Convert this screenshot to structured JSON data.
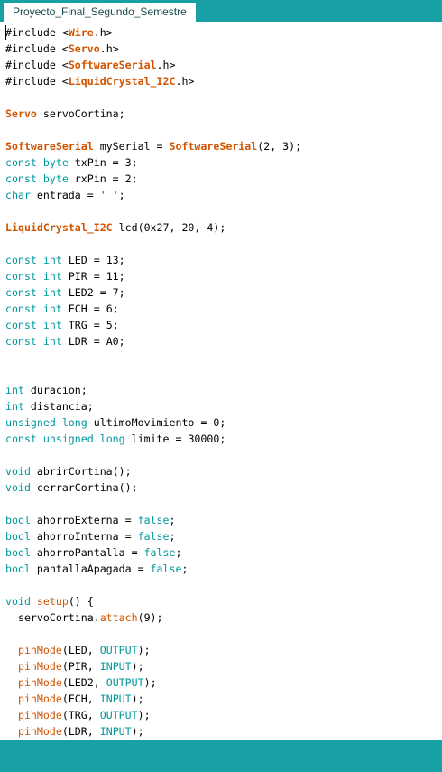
{
  "tab": {
    "label": "Proyecto_Final_Segundo_Semestre"
  },
  "colors": {
    "accent": "#17a1a5",
    "keyword": "#00979c",
    "class": "#d35400",
    "function": "#d35400"
  },
  "code_lines": [
    {
      "t": [
        [
          "pp",
          "#include <"
        ],
        [
          "cls",
          "Wire"
        ],
        [
          "pp",
          ".h>"
        ]
      ]
    },
    {
      "t": [
        [
          "pp",
          "#include <"
        ],
        [
          "cls",
          "Servo"
        ],
        [
          "pp",
          ".h>"
        ]
      ]
    },
    {
      "t": [
        [
          "pp",
          "#include <"
        ],
        [
          "cls",
          "SoftwareSerial"
        ],
        [
          "pp",
          ".h>"
        ]
      ]
    },
    {
      "t": [
        [
          "pp",
          "#include <"
        ],
        [
          "cls",
          "LiquidCrystal_I2C"
        ],
        [
          "pp",
          ".h>"
        ]
      ]
    },
    {
      "t": []
    },
    {
      "t": [
        [
          "cls",
          "Servo"
        ],
        [
          "pl",
          " servoCortina;"
        ]
      ]
    },
    {
      "t": []
    },
    {
      "t": [
        [
          "cls",
          "SoftwareSerial"
        ],
        [
          "pl",
          " mySerial = "
        ],
        [
          "cls",
          "SoftwareSerial"
        ],
        [
          "pl",
          "(2, 3);"
        ]
      ]
    },
    {
      "t": [
        [
          "kw",
          "const"
        ],
        [
          "pl",
          " "
        ],
        [
          "ty",
          "byte"
        ],
        [
          "pl",
          " txPin = 3;"
        ]
      ]
    },
    {
      "t": [
        [
          "kw",
          "const"
        ],
        [
          "pl",
          " "
        ],
        [
          "ty",
          "byte"
        ],
        [
          "pl",
          " rxPin = 2;"
        ]
      ]
    },
    {
      "t": [
        [
          "ty",
          "char"
        ],
        [
          "pl",
          " entrada = "
        ],
        [
          "str",
          "' '"
        ],
        [
          "pl",
          ";"
        ]
      ]
    },
    {
      "t": []
    },
    {
      "t": [
        [
          "cls",
          "LiquidCrystal_I2C"
        ],
        [
          "pl",
          " lcd(0x27, 20, 4);"
        ]
      ]
    },
    {
      "t": []
    },
    {
      "t": [
        [
          "kw",
          "const"
        ],
        [
          "pl",
          " "
        ],
        [
          "ty",
          "int"
        ],
        [
          "pl",
          " LED = 13;"
        ]
      ]
    },
    {
      "t": [
        [
          "kw",
          "const"
        ],
        [
          "pl",
          " "
        ],
        [
          "ty",
          "int"
        ],
        [
          "pl",
          " PIR = 11;"
        ]
      ]
    },
    {
      "t": [
        [
          "kw",
          "const"
        ],
        [
          "pl",
          " "
        ],
        [
          "ty",
          "int"
        ],
        [
          "pl",
          " LED2 = 7;"
        ]
      ]
    },
    {
      "t": [
        [
          "kw",
          "const"
        ],
        [
          "pl",
          " "
        ],
        [
          "ty",
          "int"
        ],
        [
          "pl",
          " ECH = 6;"
        ]
      ]
    },
    {
      "t": [
        [
          "kw",
          "const"
        ],
        [
          "pl",
          " "
        ],
        [
          "ty",
          "int"
        ],
        [
          "pl",
          " TRG = 5;"
        ]
      ]
    },
    {
      "t": [
        [
          "kw",
          "const"
        ],
        [
          "pl",
          " "
        ],
        [
          "ty",
          "int"
        ],
        [
          "pl",
          " LDR = A0;"
        ]
      ]
    },
    {
      "t": []
    },
    {
      "t": []
    },
    {
      "t": [
        [
          "ty",
          "int"
        ],
        [
          "pl",
          " duracion;"
        ]
      ]
    },
    {
      "t": [
        [
          "ty",
          "int"
        ],
        [
          "pl",
          " distancia;"
        ]
      ]
    },
    {
      "t": [
        [
          "ty",
          "unsigned"
        ],
        [
          "pl",
          " "
        ],
        [
          "ty",
          "long"
        ],
        [
          "pl",
          " ultimoMovimiento = 0;"
        ]
      ]
    },
    {
      "t": [
        [
          "kw",
          "const"
        ],
        [
          "pl",
          " "
        ],
        [
          "ty",
          "unsigned"
        ],
        [
          "pl",
          " "
        ],
        [
          "ty",
          "long"
        ],
        [
          "pl",
          " limite = 30000;"
        ]
      ]
    },
    {
      "t": []
    },
    {
      "t": [
        [
          "ty",
          "void"
        ],
        [
          "pl",
          " abrirCortina();"
        ]
      ]
    },
    {
      "t": [
        [
          "ty",
          "void"
        ],
        [
          "pl",
          " cerrarCortina();"
        ]
      ]
    },
    {
      "t": []
    },
    {
      "t": [
        [
          "ty",
          "bool"
        ],
        [
          "pl",
          " ahorroExterna = "
        ],
        [
          "cst",
          "false"
        ],
        [
          "pl",
          ";"
        ]
      ]
    },
    {
      "t": [
        [
          "ty",
          "bool"
        ],
        [
          "pl",
          " ahorroInterna = "
        ],
        [
          "cst",
          "false"
        ],
        [
          "pl",
          ";"
        ]
      ]
    },
    {
      "t": [
        [
          "ty",
          "bool"
        ],
        [
          "pl",
          " ahorroPantalla = "
        ],
        [
          "cst",
          "false"
        ],
        [
          "pl",
          ";"
        ]
      ]
    },
    {
      "t": [
        [
          "ty",
          "bool"
        ],
        [
          "pl",
          " pantallaApagada = "
        ],
        [
          "cst",
          "false"
        ],
        [
          "pl",
          ";"
        ]
      ]
    },
    {
      "t": []
    },
    {
      "t": [
        [
          "ty",
          "void"
        ],
        [
          "pl",
          " "
        ],
        [
          "fn",
          "setup"
        ],
        [
          "pl",
          "() {"
        ]
      ]
    },
    {
      "t": [
        [
          "pl",
          "  servoCortina."
        ],
        [
          "fn",
          "attach"
        ],
        [
          "pl",
          "(9);"
        ]
      ]
    },
    {
      "t": []
    },
    {
      "t": [
        [
          "pl",
          "  "
        ],
        [
          "fn",
          "pinMode"
        ],
        [
          "pl",
          "(LED, "
        ],
        [
          "cst",
          "OUTPUT"
        ],
        [
          "pl",
          ");"
        ]
      ]
    },
    {
      "t": [
        [
          "pl",
          "  "
        ],
        [
          "fn",
          "pinMode"
        ],
        [
          "pl",
          "(PIR, "
        ],
        [
          "cst",
          "INPUT"
        ],
        [
          "pl",
          ");"
        ]
      ]
    },
    {
      "t": [
        [
          "pl",
          "  "
        ],
        [
          "fn",
          "pinMode"
        ],
        [
          "pl",
          "(LED2, "
        ],
        [
          "cst",
          "OUTPUT"
        ],
        [
          "pl",
          ");"
        ]
      ]
    },
    {
      "t": [
        [
          "pl",
          "  "
        ],
        [
          "fn",
          "pinMode"
        ],
        [
          "pl",
          "(ECH, "
        ],
        [
          "cst",
          "INPUT"
        ],
        [
          "pl",
          ");"
        ]
      ]
    },
    {
      "t": [
        [
          "pl",
          "  "
        ],
        [
          "fn",
          "pinMode"
        ],
        [
          "pl",
          "(TRG, "
        ],
        [
          "cst",
          "OUTPUT"
        ],
        [
          "pl",
          ");"
        ]
      ]
    },
    {
      "t": [
        [
          "pl",
          "  "
        ],
        [
          "fn",
          "pinMode"
        ],
        [
          "pl",
          "(LDR, "
        ],
        [
          "cst",
          "INPUT"
        ],
        [
          "pl",
          ");"
        ]
      ]
    }
  ]
}
